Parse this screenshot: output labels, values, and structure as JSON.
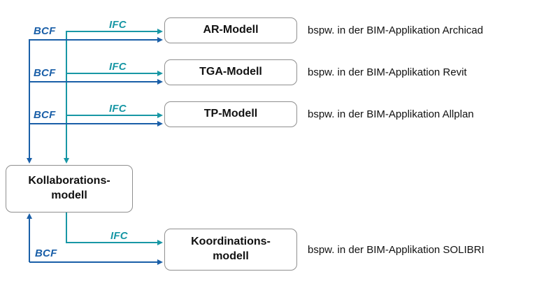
{
  "diagram": {
    "bcf_label": "BCF",
    "ifc_label": "IFC",
    "colors": {
      "bcf_blue": "#1a5fa8",
      "ifc_teal": "#1897a5",
      "box_border": "#8f8f8f",
      "text_black": "#111111"
    },
    "hub_box": {
      "line1": "Kollaborations-",
      "line2": "modell"
    },
    "models": [
      {
        "name": "AR-Modell",
        "annotation": "bspw. in der BIM-Applikation Archicad"
      },
      {
        "name": "TGA-Modell",
        "annotation": "bspw. in der BIM-Applikation Revit"
      },
      {
        "name": "TP-Modell",
        "annotation": "bspw. in der BIM-Applikation Allplan"
      }
    ],
    "koordination_box": {
      "line1": "Koordinations-",
      "line2": "modell",
      "annotation": "bspw. in der BIM-Applikation SOLIBRI"
    }
  }
}
